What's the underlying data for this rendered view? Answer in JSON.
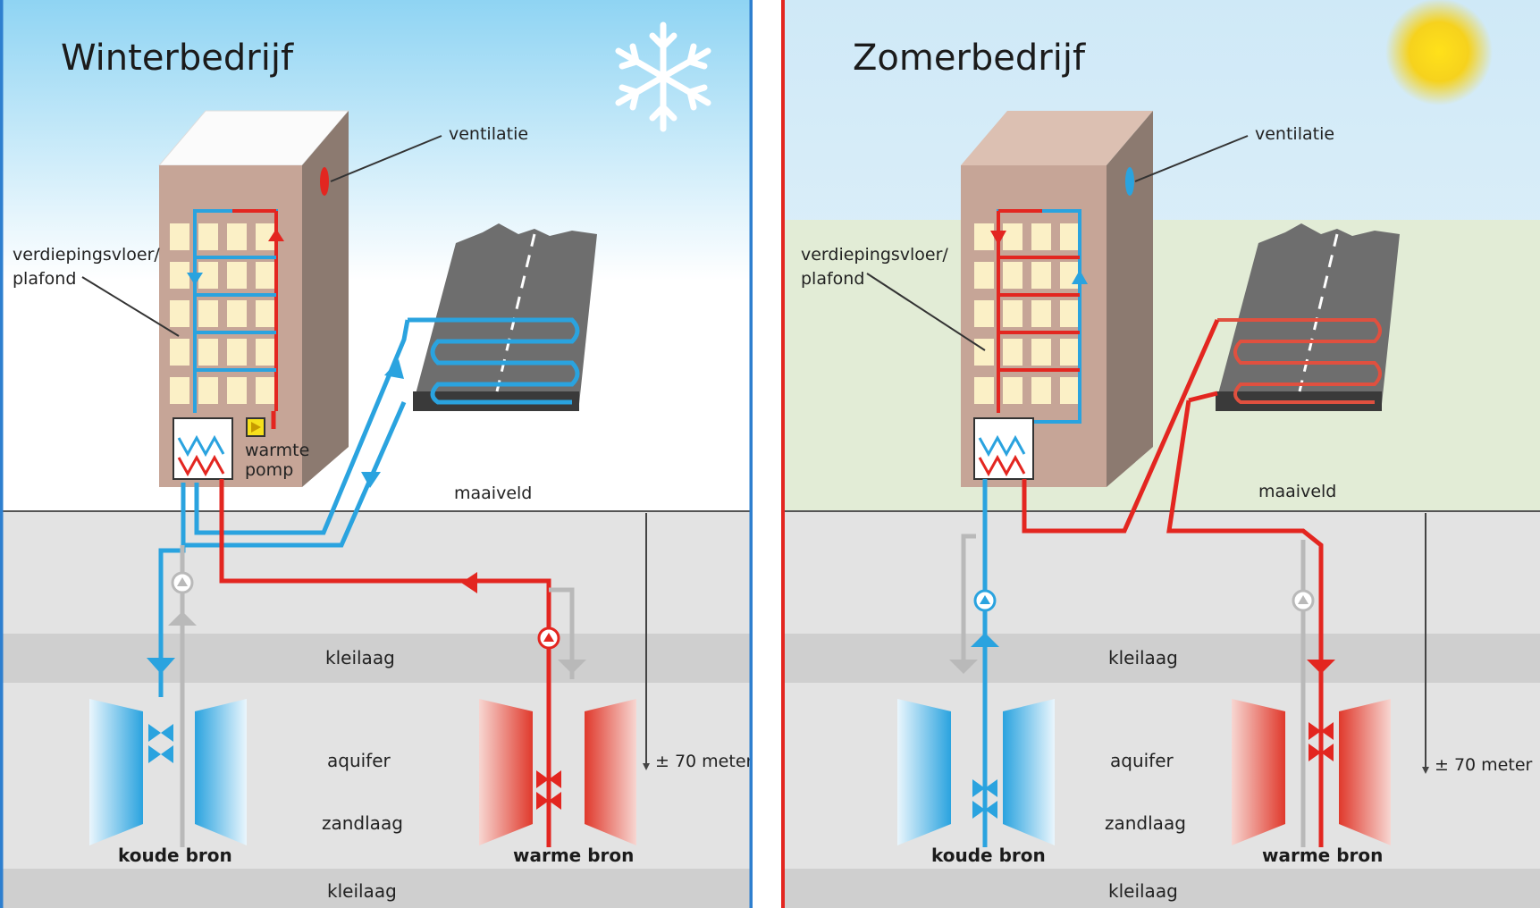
{
  "colors": {
    "cold": "#2aa3df",
    "warm": "#e32620",
    "idle": "#b9b9b9",
    "winter_border": "#2e7fcf",
    "summer_border": "#e32620",
    "ground": "#e3e3e3",
    "clay": "#cfcfcf",
    "road": "#6e6e6e"
  },
  "winter": {
    "title": "Winterbedrijf",
    "weather_icon": "snowflake-icon",
    "ventilation": "ventilatie",
    "floor_label_1": "verdiepingsvloer/",
    "floor_label_2": "plafond",
    "heat_pump_1": "warmte",
    "heat_pump_2": "pomp",
    "surface": "maaiveld",
    "clay_top": "kleilaag",
    "aquifer": "aquifer",
    "sand": "zandlaag",
    "clay_bottom": "kleilaag",
    "depth": "± 70 meter",
    "cold_source": "koude bron",
    "warm_source": "warme bron"
  },
  "summer": {
    "title": "Zomerbedrijf",
    "weather_icon": "sun-icon",
    "ventilation": "ventilatie",
    "floor_label_1": "verdiepingsvloer/",
    "floor_label_2": "plafond",
    "surface": "maaiveld",
    "clay_top": "kleilaag",
    "aquifer": "aquifer",
    "sand": "zandlaag",
    "clay_bottom": "kleilaag",
    "depth": "± 70 meter",
    "cold_source": "koude bron",
    "warm_source": "warme bron"
  }
}
